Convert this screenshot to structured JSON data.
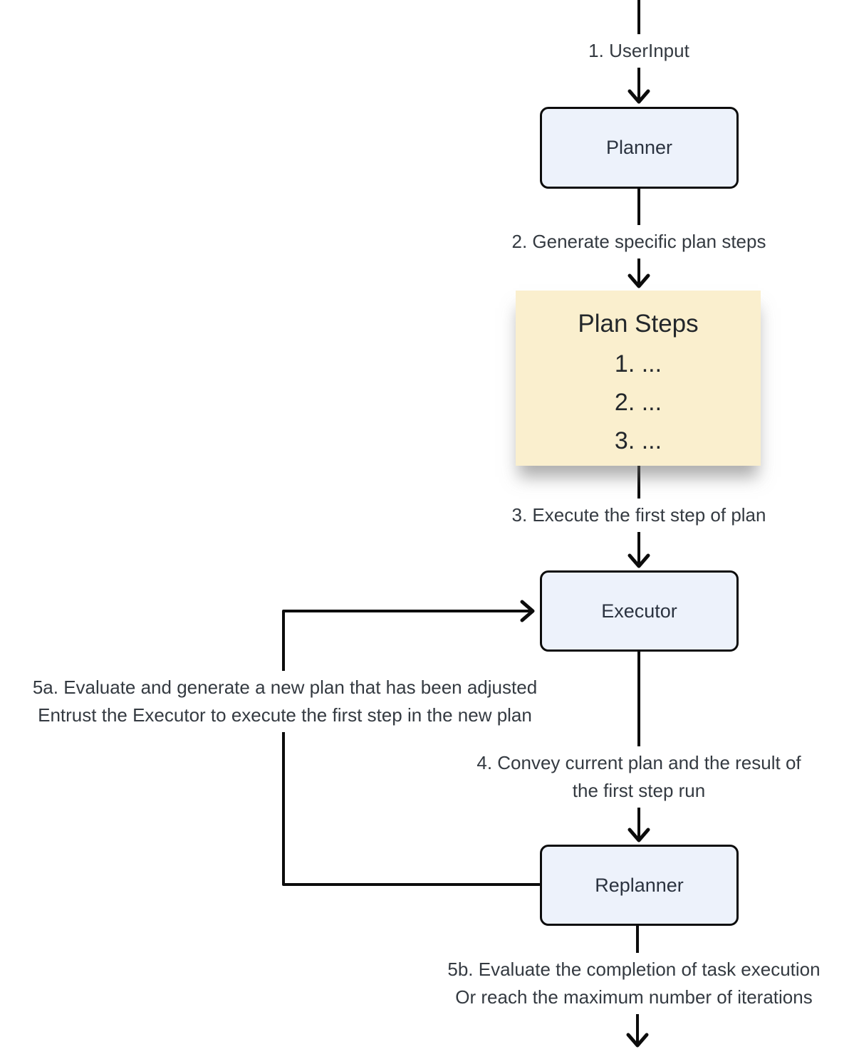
{
  "diagram": {
    "nodes": {
      "planner": {
        "label": "Planner"
      },
      "plan_steps": {
        "title": "Plan Steps",
        "items": [
          "1. ...",
          "2. ...",
          "3. ..."
        ]
      },
      "executor": {
        "label": "Executor"
      },
      "replanner": {
        "label": "Replanner"
      }
    },
    "edges": {
      "user_input": {
        "label": "1. UserInput"
      },
      "generate_plan": {
        "label": "2. Generate specific plan steps"
      },
      "execute_first": {
        "label": "3. Execute the first step of plan"
      },
      "convey": {
        "line1": "4. Convey current plan and the result of",
        "line2": "the first step run"
      },
      "replan_loop": {
        "line1": "5a. Evaluate and generate a new plan that has been adjusted",
        "line2": "Entrust the Executor to execute the first step in the new plan"
      },
      "finish": {
        "line1": "5b. Evaluate the completion of task execution",
        "line2": "Or reach the maximum number of iterations"
      }
    },
    "colors": {
      "node_fill": "#edf2fb",
      "node_border": "#0c0c0c",
      "highlight_fill": "#faefce",
      "arrow": "#0c0c0c",
      "label_text": "#343a41"
    }
  }
}
